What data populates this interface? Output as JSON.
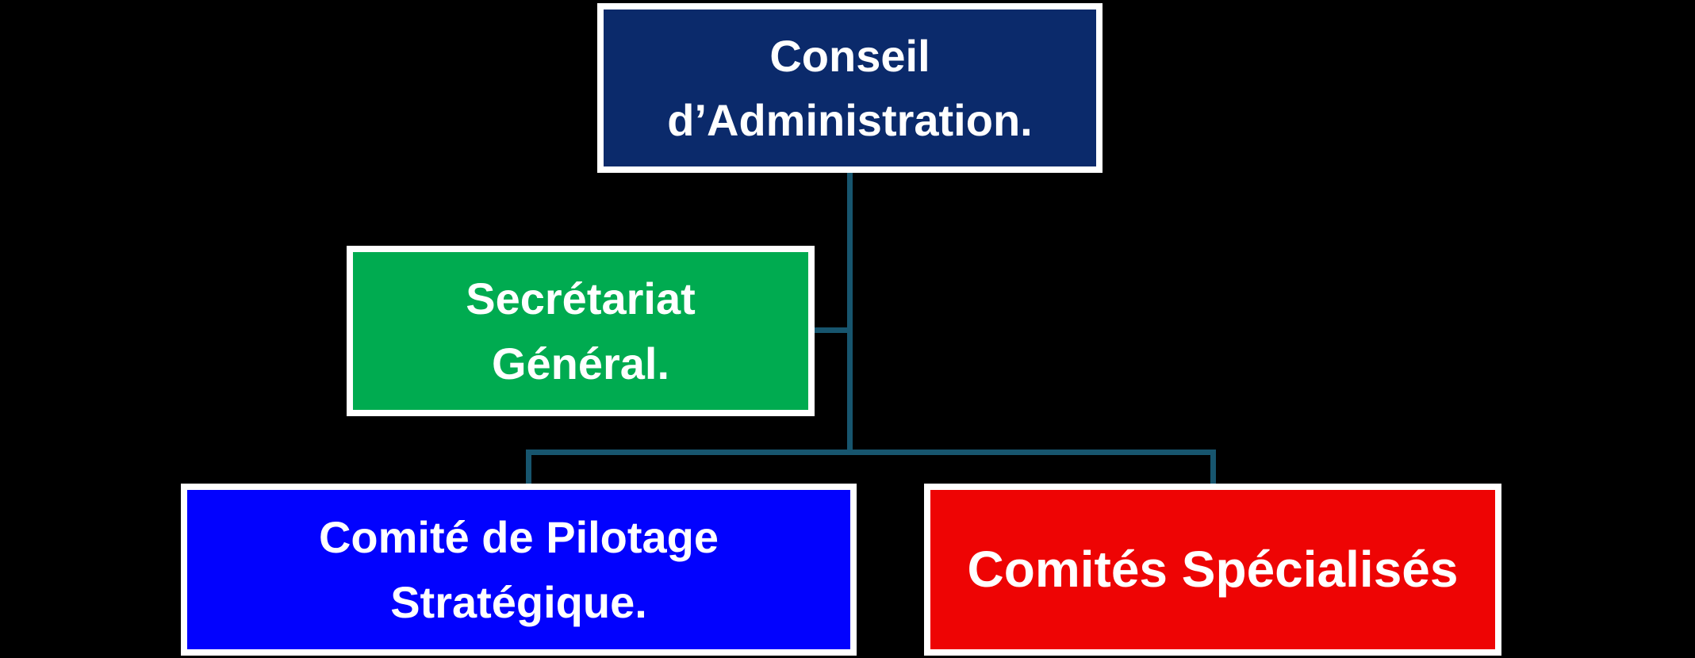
{
  "canvas": {
    "background": "#000000"
  },
  "style": {
    "connector_color": "#17556e",
    "box_border_color": "#ffffff",
    "text_color": "#ffffff"
  },
  "nodes": {
    "conseil": {
      "label": "Conseil\nd’Administration.",
      "fill": "#0b2a6b"
    },
    "secretariat": {
      "label": "Secrétariat\nGénéral.",
      "fill": "#00ab50"
    },
    "pilotage": {
      "label": "Comité de Pilotage\nStratégique.",
      "fill": "#0202fe"
    },
    "specialises": {
      "label": "Comités Spécialisés",
      "fill": "#ee0404"
    }
  }
}
